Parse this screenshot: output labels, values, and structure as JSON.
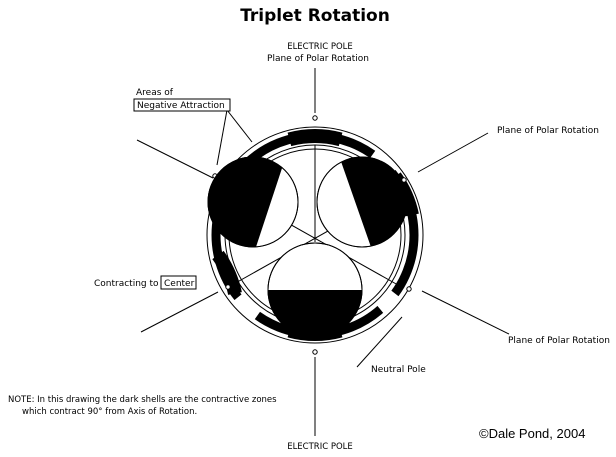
{
  "title": "Triplet Rotation",
  "labels": {
    "electric_pole_top": "ELECTRIC POLE",
    "plane_polar_top": "Plane of Polar Rotation",
    "plane_polar_upper_right": "Plane of Polar Rotation",
    "plane_polar_lower_right": "Plane of Polar Rotation",
    "areas_of": "Areas of",
    "negative_attraction": "Negative Attraction",
    "contracting_to": "Contracting to",
    "center": "Center",
    "neutral_pole": "Neutral Pole",
    "electric_pole_bottom": "ELECTRIC POLE"
  },
  "note": {
    "line1": "NOTE: In this drawing the dark shells are the contractive zones",
    "line2": "which contract 90° from Axis of Rotation."
  },
  "credit": "©Dale Pond, 2004",
  "colors": {
    "ink": "#000000",
    "paper": "#ffffff"
  }
}
